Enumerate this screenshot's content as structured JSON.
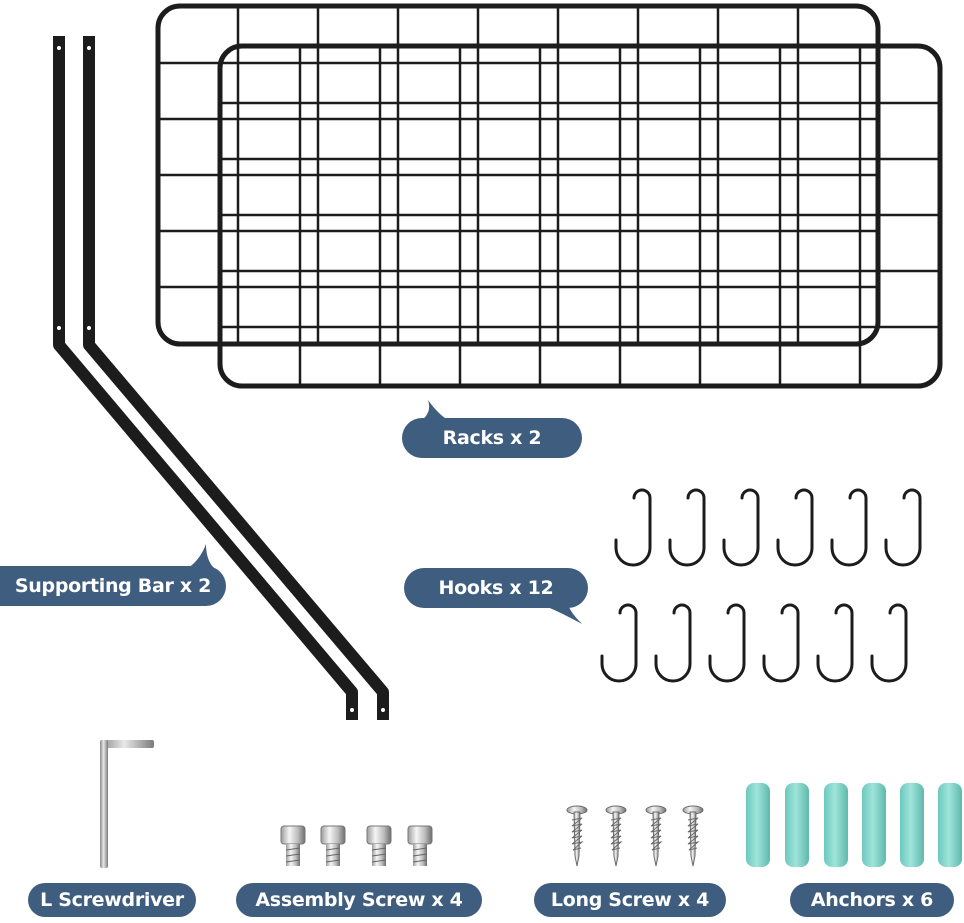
{
  "labels": {
    "racks": "Racks x 2",
    "supporting_bar": "Supporting Bar x 2",
    "hooks": "Hooks x 12",
    "l_screwdriver": "L Screwdriver",
    "assembly_screw": "Assembly Screw x 4",
    "long_screw": "Long Screw x 4",
    "anchors": "Ahchors x 6"
  },
  "colors": {
    "label_bg": "#3f5d7e",
    "label_text": "#ffffff",
    "metal_dark": "#1c1c1c",
    "anchor": "#7fd3c8"
  }
}
